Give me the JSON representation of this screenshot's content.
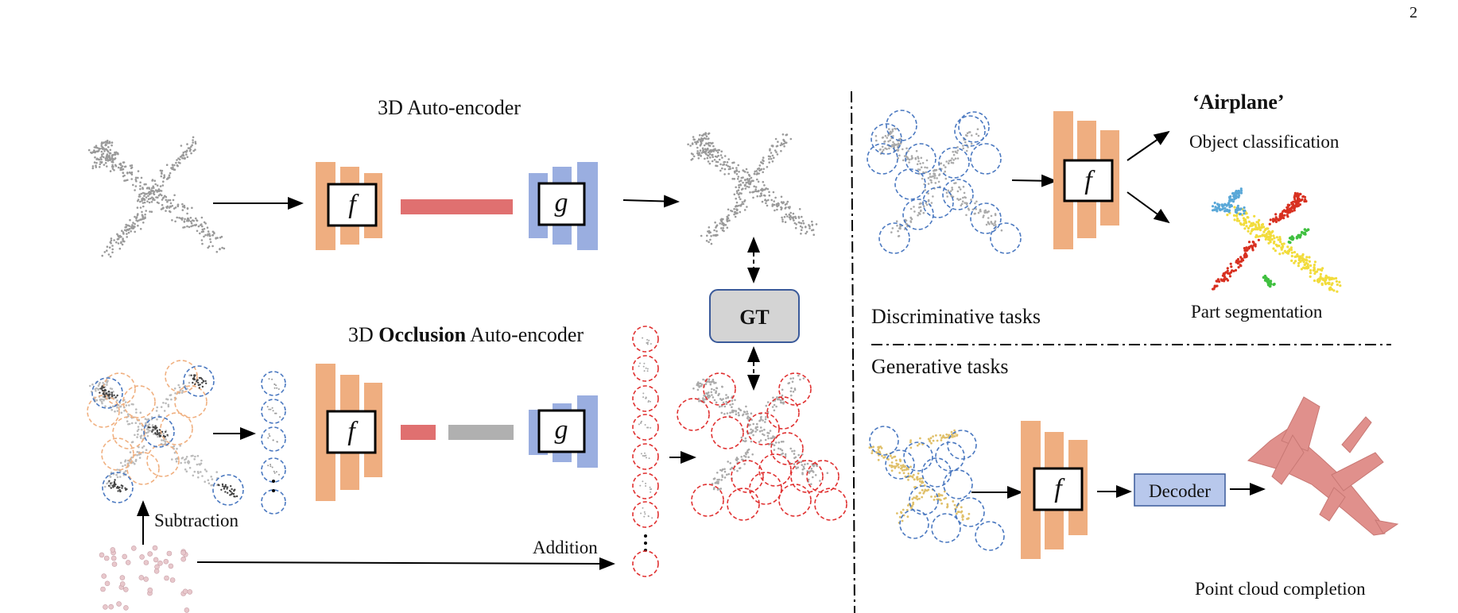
{
  "page_number": "2",
  "top": {
    "title": "3D Auto-encoder",
    "encoder_symbol": "f",
    "decoder_symbol": "g"
  },
  "bottom": {
    "title_prefix": "3D ",
    "title_bold": "Occlusion",
    "title_suffix": " Auto-encoder",
    "encoder_symbol": "f",
    "decoder_symbol": "g",
    "subtraction_label": "Subtraction",
    "addition_label": "Addition"
  },
  "gt_label": "GT",
  "discriminative": {
    "section_label": "Discriminative tasks",
    "encoder_symbol": "f",
    "class_output": "‘Airplane’",
    "classification_label": "Object classification",
    "segmentation_label": "Part segmentation"
  },
  "generative": {
    "section_label": "Generative tasks",
    "encoder_symbol": "f",
    "decoder_label": "Decoder",
    "completion_label": "Point cloud completion"
  },
  "colors": {
    "encoder": "#efae80",
    "decoder": "#9aaee0",
    "latent_red": "#e07070",
    "latent_gray": "#b0b0b0",
    "circle_blue": "#4a78c0",
    "circle_red": "#e03030",
    "circle_orange": "#f0b080",
    "gt_fill": "#d4d4d4",
    "decoder_box": "#b8c8ec",
    "seg_blue": "#5aa8d8",
    "seg_yellow": "#f2dc3c",
    "seg_red": "#d83020",
    "seg_green": "#40c040",
    "mesh_pink": "#e0908c"
  }
}
